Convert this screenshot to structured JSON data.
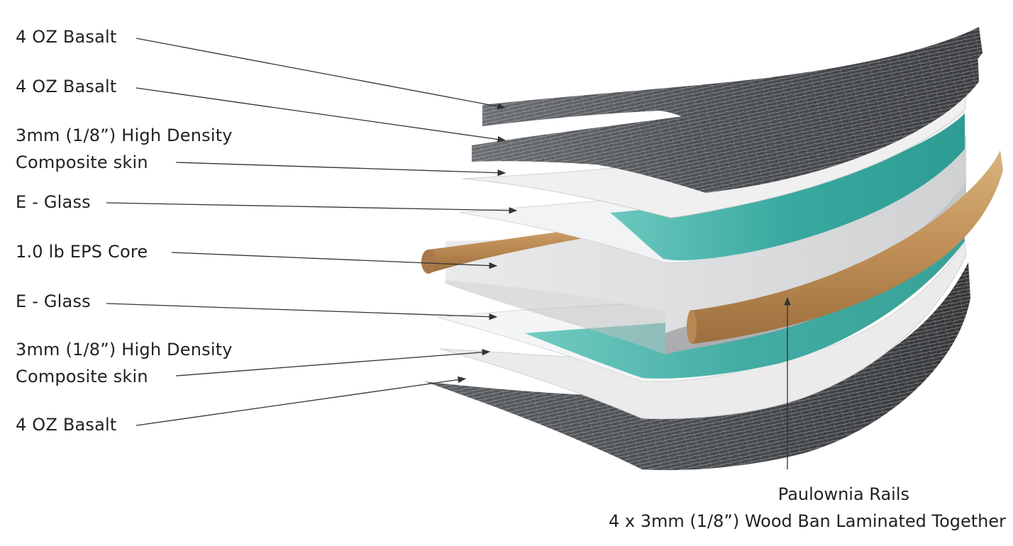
{
  "layers": [
    {
      "lines": [
        "4 OZ Basalt"
      ]
    },
    {
      "lines": [
        "4 OZ Basalt"
      ]
    },
    {
      "lines": [
        "3mm (1/8”) High Density",
        "Composite skin"
      ]
    },
    {
      "lines": [
        "E - Glass"
      ]
    },
    {
      "lines": [
        "1.0 lb EPS Core"
      ]
    },
    {
      "lines": [
        "E - Glass"
      ]
    },
    {
      "lines": [
        "3mm (1/8”) High Density",
        "Composite skin"
      ]
    },
    {
      "lines": [
        "4 OZ Basalt"
      ]
    }
  ],
  "rails": {
    "title": "Paulownia Rails",
    "detail": "4 x 3mm (1/8”) Wood Ban Laminated Together"
  },
  "colors": {
    "basalt_dark": "#4a4d51",
    "basalt_light": "#8c8f93",
    "composite": "#ececec",
    "eglass": "#f3f5f6",
    "eglass_teal": "#3fb1a7",
    "core": "#d8d9db",
    "paulownia": "#c69a63",
    "leader": "#333333"
  }
}
